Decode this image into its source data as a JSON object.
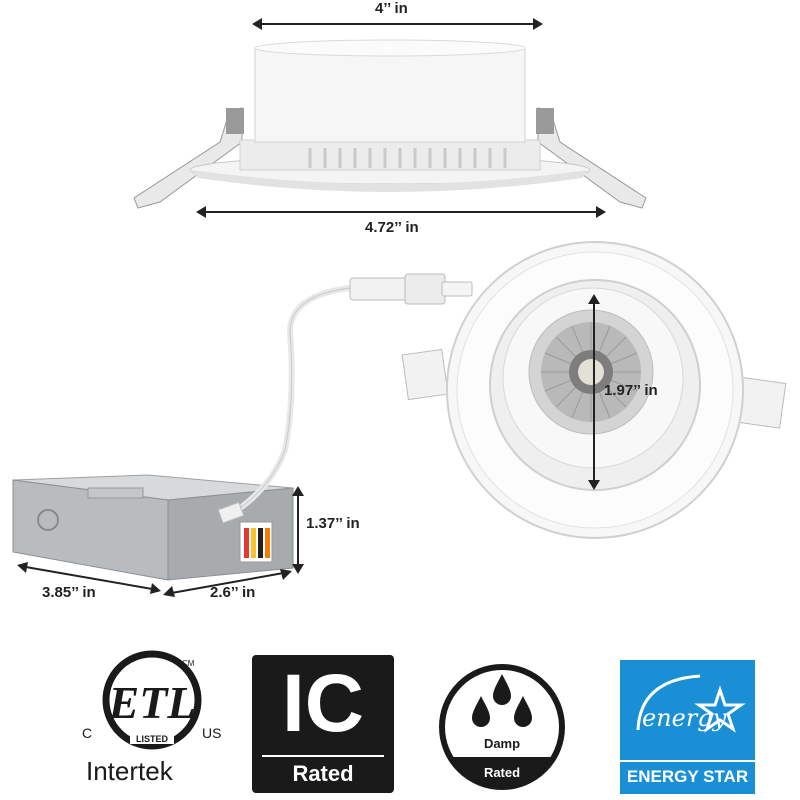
{
  "dimensions": {
    "top_width": "4’’ in",
    "flange_width": "4.72’’ in",
    "aperture": "1.97’’ in",
    "box_height": "1.37’’ in",
    "box_length": "3.85’’ in",
    "box_depth": "2.6’’ in"
  },
  "certifications": {
    "etl": {
      "mark": "ETL",
      "c": "C",
      "us": "US",
      "listed": "LISTED",
      "cm": "CM",
      "brand": "Intertek"
    },
    "ic": {
      "mark": "IC",
      "caption": "Rated"
    },
    "damp": {
      "label": "Damp",
      "caption": "Rated"
    },
    "energy_star": {
      "script": "energy",
      "caption": "ENERGY STAR"
    }
  },
  "colors": {
    "energy_star_blue": "#1a8fd6",
    "ic_black": "#1a1a1a",
    "box_gray": "#b9bcbf"
  }
}
